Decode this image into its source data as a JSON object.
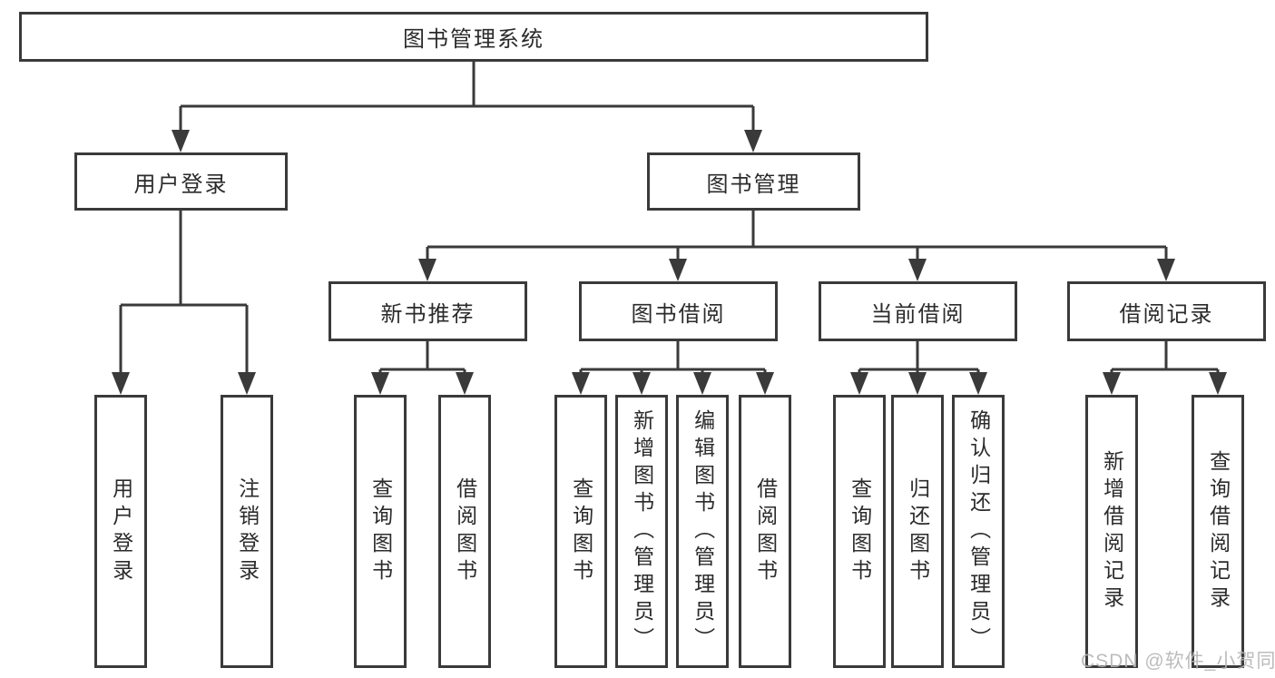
{
  "colors": {
    "line": "#3a3a3a",
    "text": "#2b2b2b",
    "background": "#ffffff",
    "watermark": "#b5b5b5"
  },
  "tree": {
    "root": "图书管理系统",
    "branches": [
      {
        "label": "用户登录",
        "children": [
          "用户登录",
          "注销登录"
        ]
      },
      {
        "label": "图书管理",
        "groups": [
          {
            "label": "新书推荐",
            "children": [
              "查询图书",
              "借阅图书"
            ]
          },
          {
            "label": "图书借阅",
            "children": [
              "查询图书",
              "新增图书（管理员）",
              "编辑图书（管理员）",
              "借阅图书"
            ]
          },
          {
            "label": "当前借阅",
            "children": [
              "查询图书",
              "归还图书",
              "确认归还（管理员）"
            ]
          },
          {
            "label": "借阅记录",
            "children": [
              "新增借阅记录",
              "查询借阅记录"
            ]
          }
        ]
      }
    ]
  },
  "watermark": "CSDN @软件_小贺同学"
}
